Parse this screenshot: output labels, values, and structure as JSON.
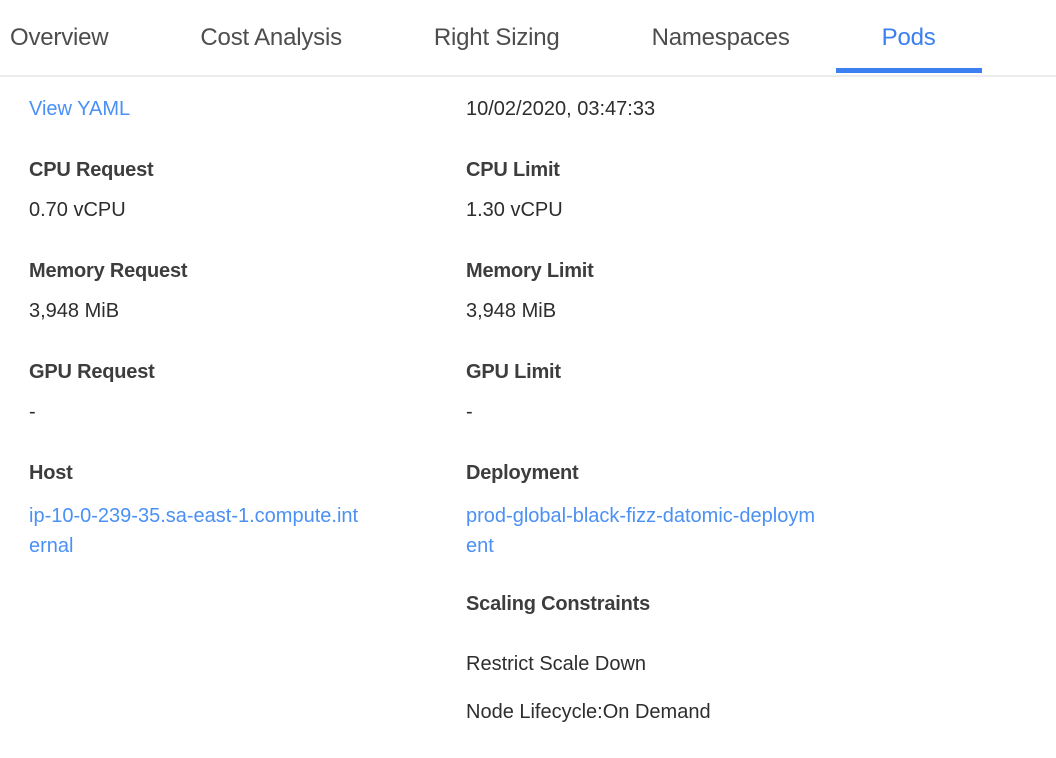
{
  "colors": {
    "accent_blue": "#3b7ff2",
    "link_blue": "#4a90f5",
    "tab_text": "#4d4d4d",
    "label_text": "#3d3d3d",
    "value_text": "#2d2d2d",
    "divider": "#ececec"
  },
  "tabs": [
    {
      "label": "Overview",
      "active": false
    },
    {
      "label": "Cost Analysis",
      "active": false
    },
    {
      "label": "Right Sizing",
      "active": false
    },
    {
      "label": "Namespaces",
      "active": false
    },
    {
      "label": "Pods",
      "active": true
    }
  ],
  "pod_detail": {
    "view_yaml_label": "View YAML",
    "timestamp": "10/02/2020, 03:47:33",
    "fields_left": [
      {
        "label": "CPU Request",
        "value": "0.70 vCPU",
        "type": "text"
      },
      {
        "label": "Memory Request",
        "value": "3,948 MiB",
        "type": "text"
      },
      {
        "label": "GPU Request",
        "value": "-",
        "type": "text"
      },
      {
        "label": "Host",
        "value": "ip-10-0-239-35.sa-east-1.compute.internal",
        "type": "link"
      }
    ],
    "fields_right": [
      {
        "label": "CPU Limit",
        "value": "1.30 vCPU",
        "type": "text"
      },
      {
        "label": "Memory Limit",
        "value": "3,948 MiB",
        "type": "text"
      },
      {
        "label": "GPU Limit",
        "value": "-",
        "type": "text"
      },
      {
        "label": "Deployment",
        "value": "prod-global-black-fizz-datomic-deployment",
        "type": "link"
      }
    ],
    "scaling": {
      "heading": "Scaling Constraints",
      "constraints": [
        "Restrict Scale Down",
        "Node Lifecycle:On Demand"
      ]
    }
  }
}
